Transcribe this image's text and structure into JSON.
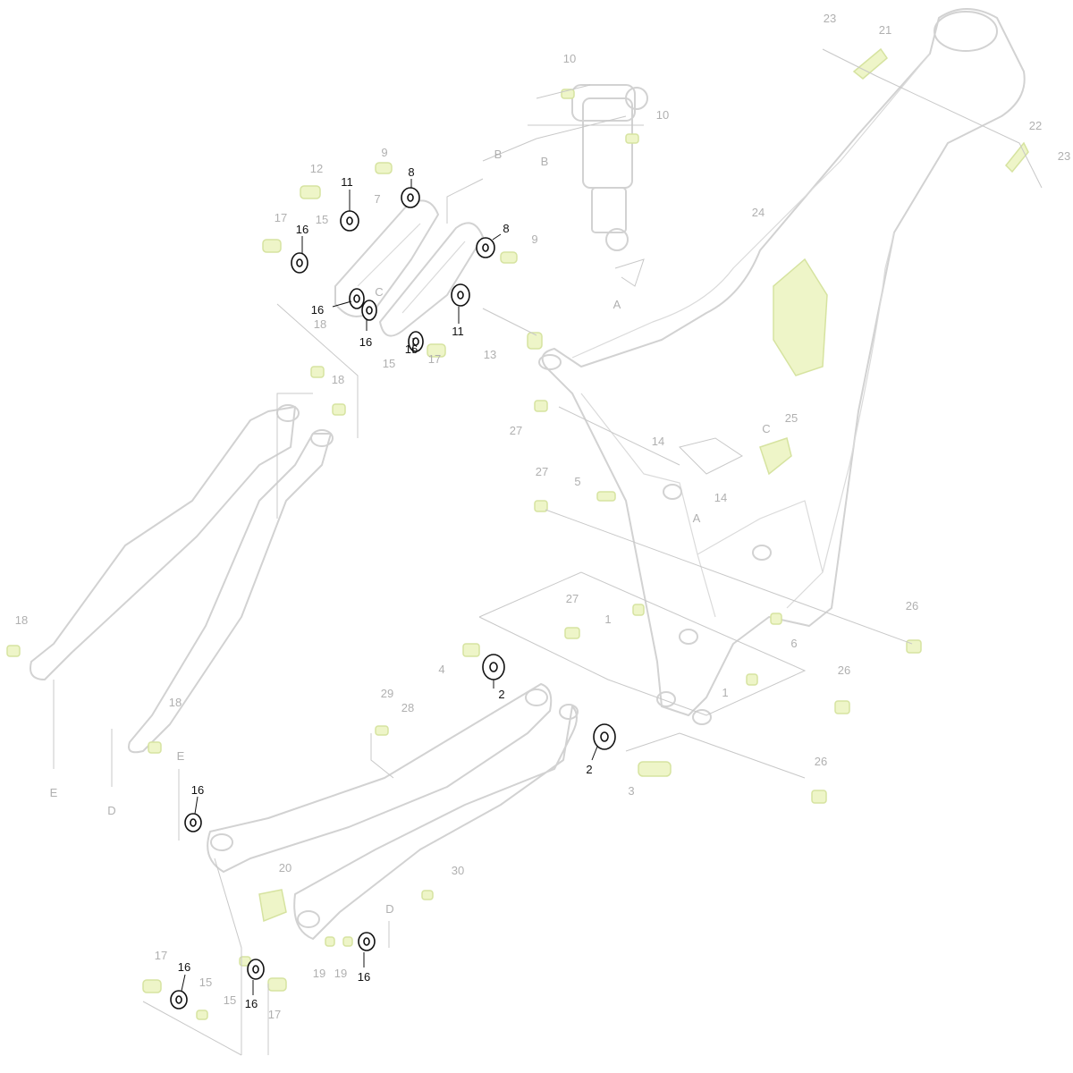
{
  "diagram": {
    "title": "Bicycle frame exploded parts diagram",
    "colors": {
      "outline": "#d2d2d2",
      "label": "#b0b0b0",
      "hardware": "#eef5c8",
      "highlight": "#111111"
    },
    "gray_labels": [
      "23",
      "21",
      "10",
      "10",
      "22",
      "23",
      "B",
      "B",
      "12",
      "9",
      "7",
      "17",
      "15",
      "9",
      "C",
      "A",
      "24",
      "18",
      "15",
      "13",
      "17",
      "18",
      "27",
      "C",
      "25",
      "14",
      "14",
      "27",
      "5",
      "A",
      "27",
      "1",
      "6",
      "26",
      "18",
      "4",
      "26",
      "1",
      "29",
      "28",
      "18",
      "E",
      "26",
      "3",
      "E",
      "D",
      "20",
      "30",
      "D",
      "19",
      "19",
      "17",
      "15",
      "15",
      "17"
    ],
    "highlighted_labels": [
      "11",
      "8",
      "16",
      "8",
      "16",
      "16",
      "11",
      "16",
      "2",
      "2",
      "16",
      "16",
      "16",
      "16"
    ]
  }
}
